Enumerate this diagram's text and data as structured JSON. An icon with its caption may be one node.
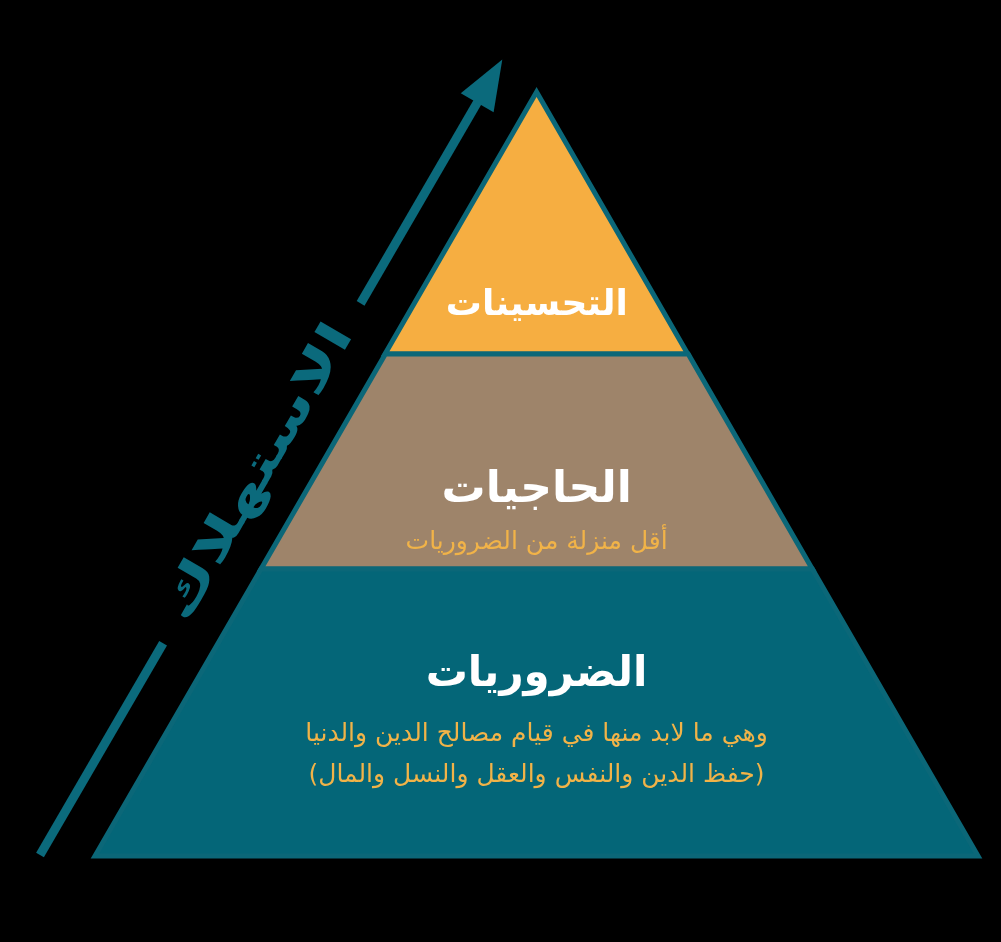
{
  "diagram": {
    "nodes": [
      {
        "text": [
          "التحسينات"
        ]
      },
      {
        "text": [
          "الحاجيات",
          "أقل منزلة من الضروريات"
        ]
      },
      {
        "text": [
          "الضروريات",
          "وهي ما لابد منها في قيام مصالح الدين والدنيا",
          "(حفظ الدين والنفس والعقل والنسل والمال)"
        ]
      }
    ],
    "labels": [
      "الاستهلاك"
    ]
  }
}
